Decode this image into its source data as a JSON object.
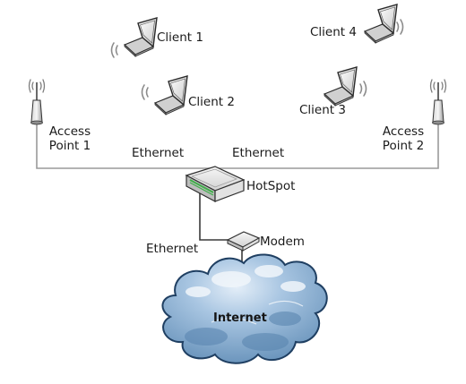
{
  "labels": {
    "client1": "Client 1",
    "client2": "Client 2",
    "client3": "Client 3",
    "client4": "Client 4",
    "ap1_line1": "Access",
    "ap1_line2": "Point 1",
    "ap2_line1": "Access",
    "ap2_line2": "Point 2",
    "ethernet_left": "Ethernet",
    "ethernet_right": "Ethernet",
    "ethernet_modem": "Ethernet",
    "hotspot": "HotSpot",
    "modem": "Modem",
    "internet": "Internet"
  },
  "colors": {
    "wire": "#8a8a8a",
    "wire_dark": "#3a3a3a",
    "cloud_fill": "#7aa4c9",
    "cloud_highlight": "#dbe8f4",
    "cloud_edge": "#1f3f62",
    "device_body": "#e9e9ea",
    "hotspot_accent": "#3fae49"
  },
  "icons": {
    "client": "laptop-icon",
    "access_point": "antenna-icon",
    "hotspot": "router-icon",
    "modem": "modem-icon",
    "internet": "cloud-icon",
    "wireless": "wifi-waves-icon"
  }
}
